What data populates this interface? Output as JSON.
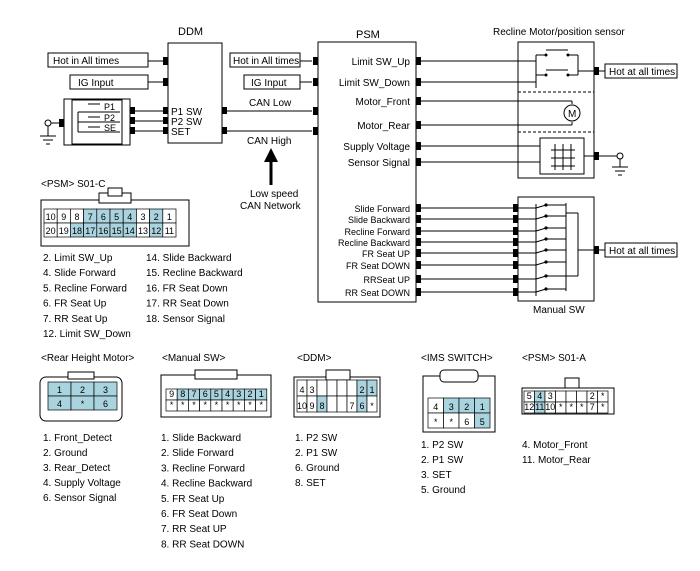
{
  "labels": {
    "ddm": "DDM",
    "psm": "PSM",
    "recline_motor": "Recline Motor/position sensor",
    "manual_sw": "Manual SW",
    "hot_all_1": "Hot in All times",
    "ig_input_1": "IG  Input",
    "hot_all_2": "Hot in All times",
    "ig_input_2": "IG  Input",
    "hot_at_all_1": "Hot at all times",
    "hot_at_all_2": "Hot at all times",
    "can_low": "CAN Low",
    "can_high": "CAN High",
    "low_speed_1": "Low speed",
    "low_speed_2": "CAN Network",
    "ims_p1": "P1",
    "ims_p2": "P2",
    "ims_se": "SE",
    "ddm_p1": "P1 SW",
    "ddm_p2": "P2 SW",
    "ddm_set": "SET",
    "motor_m": "M"
  },
  "psm_pins": [
    "Limit SW_Up",
    "Limit SW_Down",
    "Motor_Front",
    "Motor_Rear",
    "Supply Voltage",
    "Sensor Signal"
  ],
  "psm_pins2": [
    "Slide Forward",
    "Slide Backward",
    "Recline Forward",
    "Recline Backward",
    "FR Seat UP",
    "FR Seat DOWN",
    "RRSeat UP",
    "RR Seat DOWN"
  ],
  "s01c": {
    "title": "<PSM> S01-C",
    "row1": [
      "10",
      "9",
      "8",
      "7",
      "6",
      "5",
      "4",
      "3",
      "2",
      "1"
    ],
    "row2": [
      "20",
      "19",
      "18",
      "17",
      "16",
      "15",
      "14",
      "13",
      "12",
      "11"
    ],
    "list_left": [
      "2. Limit SW_Up",
      "4. Slide Forward",
      "5. Recline Forward",
      "6. FR Seat Up",
      "7. RR Seat Up",
      "12. Limit SW_Down"
    ],
    "list_right": [
      "14. Slide Backward",
      "15. Recline Backward",
      "16. FR Seat Down",
      "17. RR Seat Down",
      "18. Sensor Signal"
    ]
  },
  "rear_height": {
    "title": "<Rear Height Motor>",
    "row1": [
      "1",
      "2",
      "3"
    ],
    "row2": [
      "4",
      "*",
      "6"
    ],
    "list": [
      "1. Front_Detect",
      "2. Ground",
      "3. Rear_Detect",
      "4. Supply Voltage",
      "6. Sensor Signal"
    ]
  },
  "manual_conn": {
    "title": "<Manual SW>",
    "row1": [
      "9",
      "8",
      "7",
      "6",
      "5",
      "4",
      "3",
      "2",
      "1"
    ],
    "row2": [
      "*",
      "*",
      "*",
      "*",
      "*",
      "*",
      "*",
      "*",
      "*"
    ],
    "list": [
      "1. Slide Backward",
      "2. Slide Forward",
      "3. Recline Forward",
      "4. Recline Backward",
      "5. FR Seat Up",
      "6. FR Seat Down",
      "7. RR Seat UP",
      "8. RR Seat DOWN"
    ]
  },
  "ddm_conn": {
    "title": "<DDM>",
    "row1": [
      "4",
      "3",
      "",
      "",
      "",
      "",
      "2",
      "1"
    ],
    "row2": [
      "10",
      "9",
      "8",
      "",
      "",
      "7",
      "6",
      "*"
    ],
    "list": [
      "1. P2 SW",
      "2. P1 SW",
      "6. Ground",
      "8. SET"
    ]
  },
  "ims_conn": {
    "title": "<IMS SWITCH>",
    "row1": [
      "4",
      "3",
      "2",
      "1"
    ],
    "row2": [
      "*",
      "*",
      "6",
      "5"
    ],
    "list": [
      "1. P2 SW",
      "2. P1 SW",
      "3. SET",
      "5. Ground"
    ]
  },
  "s01a": {
    "title": "<PSM> S01-A",
    "row1": [
      "5",
      "4",
      "3",
      "",
      "",
      "",
      "2",
      "*"
    ],
    "row2": [
      "12",
      "11",
      "10",
      "*",
      "*",
      "*",
      "7",
      "*"
    ],
    "list": [
      "4. Motor_Front",
      "11. Motor_Rear"
    ]
  }
}
